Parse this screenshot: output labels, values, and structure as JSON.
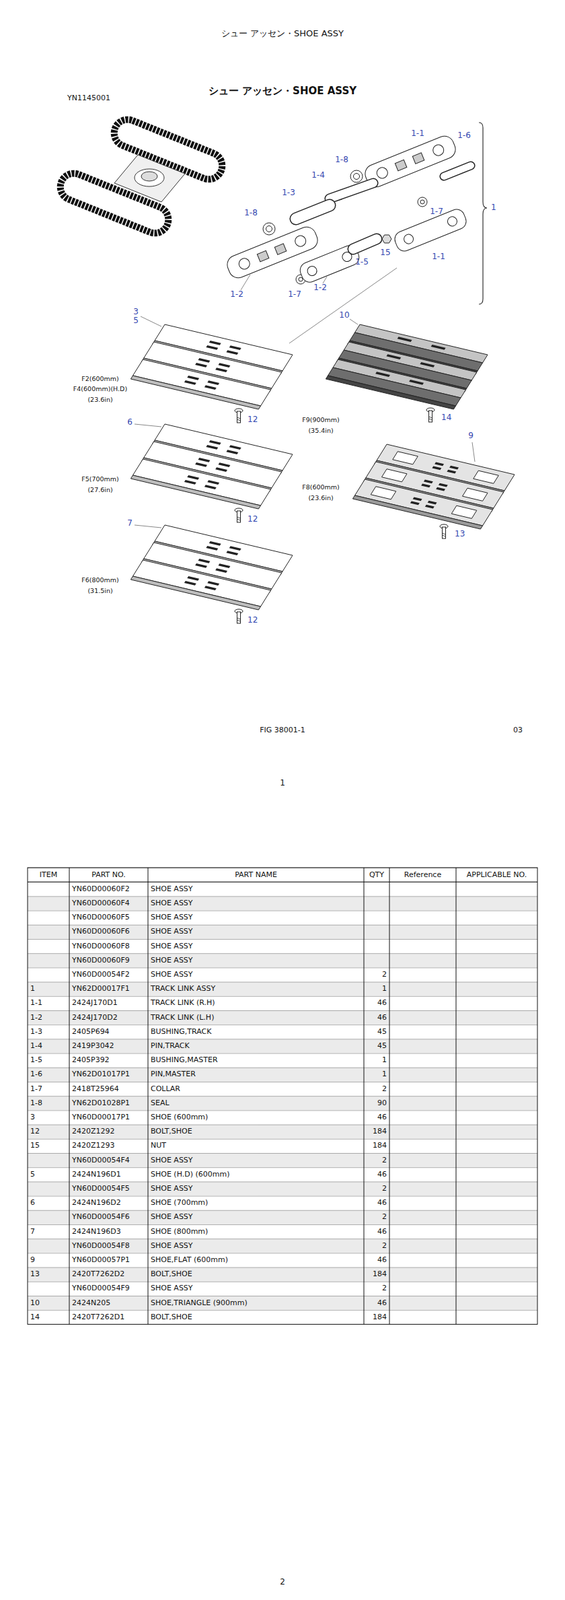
{
  "diagram": {
    "title": "シュー アッセン・SHOE ASSY",
    "labels": [
      "シュー アッセン・SHOE ASSY",
      "YN1145001",
      "1-1",
      "1-6",
      "1-8",
      "1-4",
      "1-3",
      "1-8",
      "1-7",
      "1",
      "15",
      "1-5",
      "1-1",
      "1-2",
      "1-2",
      "1-7",
      "3",
      "5",
      "10",
      "F2(600mm)",
      "F4(600mm)(H.D)",
      "(23.6in)",
      "14",
      "6",
      "12",
      "F9(900mm)",
      "(35.4in)",
      "9",
      "F5(700mm)",
      "(27.6in)",
      "F8(600mm)",
      "(23.6in)",
      "13",
      "12",
      "7",
      "F6(800mm)",
      "(31.5in)",
      "12",
      "FIG 38001-1",
      "03",
      "1",
      "ITEM",
      "PART NO.",
      "PART NAME",
      "QTY",
      "Reference",
      "APPLICABLE NO.",
      "YN60D00060F2",
      "SHOE ASSY",
      "YN60D00060F4",
      "SHOE ASSY",
      "YN60D00060F5",
      "SHOE ASSY",
      "YN60D00060F6",
      "SHOE ASSY",
      "YN60D00060F8",
      "SHOE ASSY",
      "YN60D00060F9",
      "SHOE ASSY",
      "YN60D00054F2",
      "SHOE ASSY",
      "2",
      "1",
      "YN62D00017F1",
      "TRACK LINK ASSY",
      "1",
      "1-1",
      "2424J170D1",
      "TRACK LINK (R.H)",
      "46",
      "1-2",
      "2424J170D2",
      "TRACK LINK (L.H)",
      "46",
      "1-3",
      "2405P694",
      "BUSHING,TRACK",
      "45",
      "1-4",
      "2419P3042",
      "PIN,TRACK",
      "45",
      "1-5",
      "2405P392",
      "BUSHING,MASTER",
      "1",
      "1-6",
      "YN62D01017P1",
      "PIN,MASTER",
      "1",
      "1-7",
      "2418T25964",
      "COLLAR",
      "2",
      "1-8",
      "YN62D01028P1",
      "SEAL",
      "90",
      "3",
      "YN60D00017P1",
      "SHOE (600mm)",
      "46",
      "12",
      "2420Z1292",
      "BOLT,SHOE",
      "184",
      "15",
      "2420Z1293",
      "NUT",
      "184",
      "YN60D00054F4",
      "SHOE ASSY",
      "2",
      "5",
      "2424N196D1",
      "SHOE (H.D) (600mm)",
      "46",
      "YN60D00054F5",
      "SHOE ASSY",
      "2",
      "6",
      "2424N196D2",
      "SHOE (700mm)",
      "46",
      "YN60D00054F6",
      "SHOE ASSY",
      "2",
      "7",
      "2424N196D3",
      "SHOE (800mm)",
      "46",
      "YN60D00054F8",
      "SHOE ASSY",
      "2",
      "9",
      "YN60D00057P1",
      "SHOE,FLAT (600mm)",
      "46",
      "13",
      "2420T7262D2",
      "BOLT,SHOE",
      "184",
      "YN60D00054F9",
      "SHOE ASSY",
      "2",
      "10",
      "2424N205",
      "SHOE,TRIANGLE (900mm)",
      "46",
      "14",
      "2420T7262D1",
      "BOLT,SHOE",
      "184",
      "2"
    ]
  }
}
